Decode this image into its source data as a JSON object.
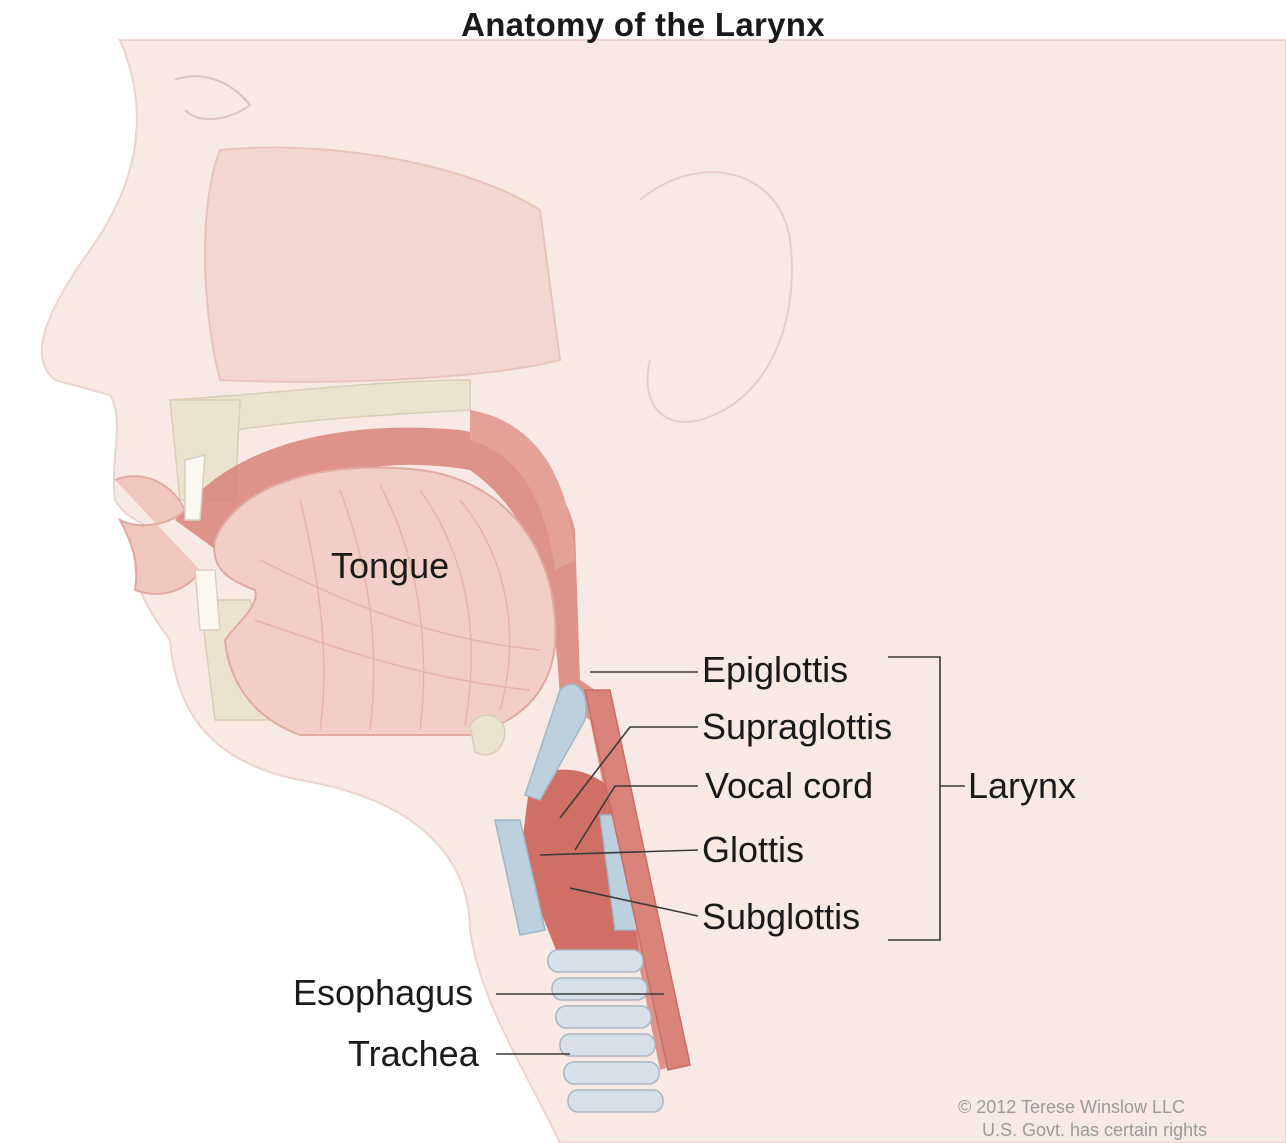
{
  "title": "Anatomy of the Larynx",
  "labels": {
    "tongue": "Tongue",
    "epiglottis": "Epiglottis",
    "supraglottis": "Supraglottis",
    "vocal_cord": "Vocal cord",
    "glottis": "Glottis",
    "subglottis": "Subglottis",
    "larynx": "Larynx",
    "esophagus": "Esophagus",
    "trachea": "Trachea"
  },
  "credit": {
    "line1": "© 2012 Terese Winslow LLC",
    "line2": "U.S. Govt. has certain rights"
  },
  "colors": {
    "skin": "#f8e9e4",
    "tissue": "#efc1b7",
    "cavity": "#d9837a",
    "bone": "#ece3cf",
    "cartilage": "#bcd0de",
    "leader": "#3a3a3a"
  }
}
